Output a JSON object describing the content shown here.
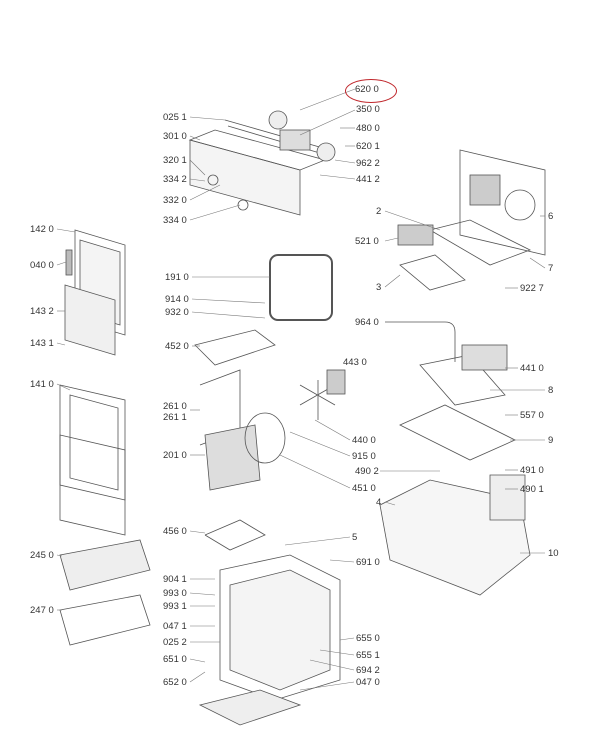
{
  "title": "Oven exploded parts diagram",
  "highlight_color": "#c0282d",
  "highlighted_label": "620 0",
  "labels": [
    "620 0",
    "025 1",
    "350 0",
    "301 0",
    "480 0",
    "620 1",
    "320 1",
    "962 2",
    "334 2",
    "441 2",
    "332 0",
    "334 0",
    "142 0",
    "040 0",
    "143 2",
    "143 1",
    "141 0",
    "245 0",
    "247 0",
    "191 0",
    "914 0",
    "932 0",
    "452 0",
    "261 0",
    "261 1",
    "201 0",
    "456 0",
    "904 1",
    "993 0",
    "993 1",
    "047 1",
    "025 2",
    "651 0",
    "652 0",
    "443 0",
    "440 0",
    "915 0",
    "451 0",
    "5",
    "691 0",
    "655 0",
    "655 1",
    "694 2",
    "047 0",
    "964 0",
    "490 2",
    "2",
    "521 0",
    "3",
    "922 7",
    "6",
    "7",
    "441 0",
    "8",
    "557 0",
    "9",
    "491 0",
    "490 1",
    "4",
    "10"
  ]
}
